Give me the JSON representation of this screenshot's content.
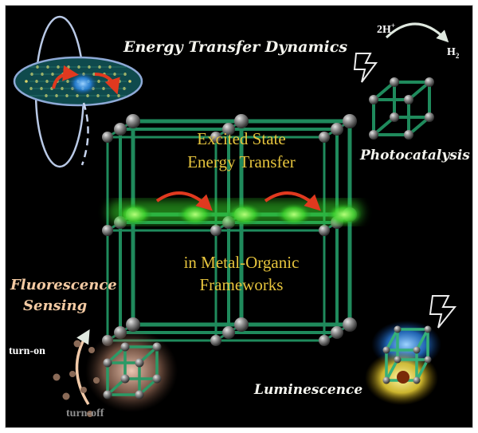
{
  "labels": {
    "energy_transfer_dynamics": "Energy Transfer Dynamics",
    "photocatalysis": "Photocatalysis",
    "fluorescence": "Fluorescence",
    "sensing": "Sensing",
    "luminescence": "Luminescence",
    "excited_state": "Excited State",
    "energy_transfer": "Energy Transfer",
    "in_metal_organic": "in Metal-Organic",
    "frameworks": "Frameworks",
    "turn_on": "turn-on",
    "turn_off": "turn-off",
    "reaction_reactant": "2H",
    "reaction_reactant_sup": "+",
    "reaction_product": "H",
    "reaction_product_sub": "2"
  },
  "colors": {
    "background": "#000000",
    "framework_strut": "#1f8a5c",
    "node": "#8a8a8a",
    "glow_green": "#6cff3a",
    "arrow_red": "#e0391f",
    "gold_text": "#e6c43d",
    "peach_text": "#f2c9a2",
    "blue_glow": "#3fa3ff",
    "yellow_glow": "#ffe63a"
  },
  "icons": [
    "lightning-bolt-icon",
    "lightning-bolt-icon"
  ]
}
